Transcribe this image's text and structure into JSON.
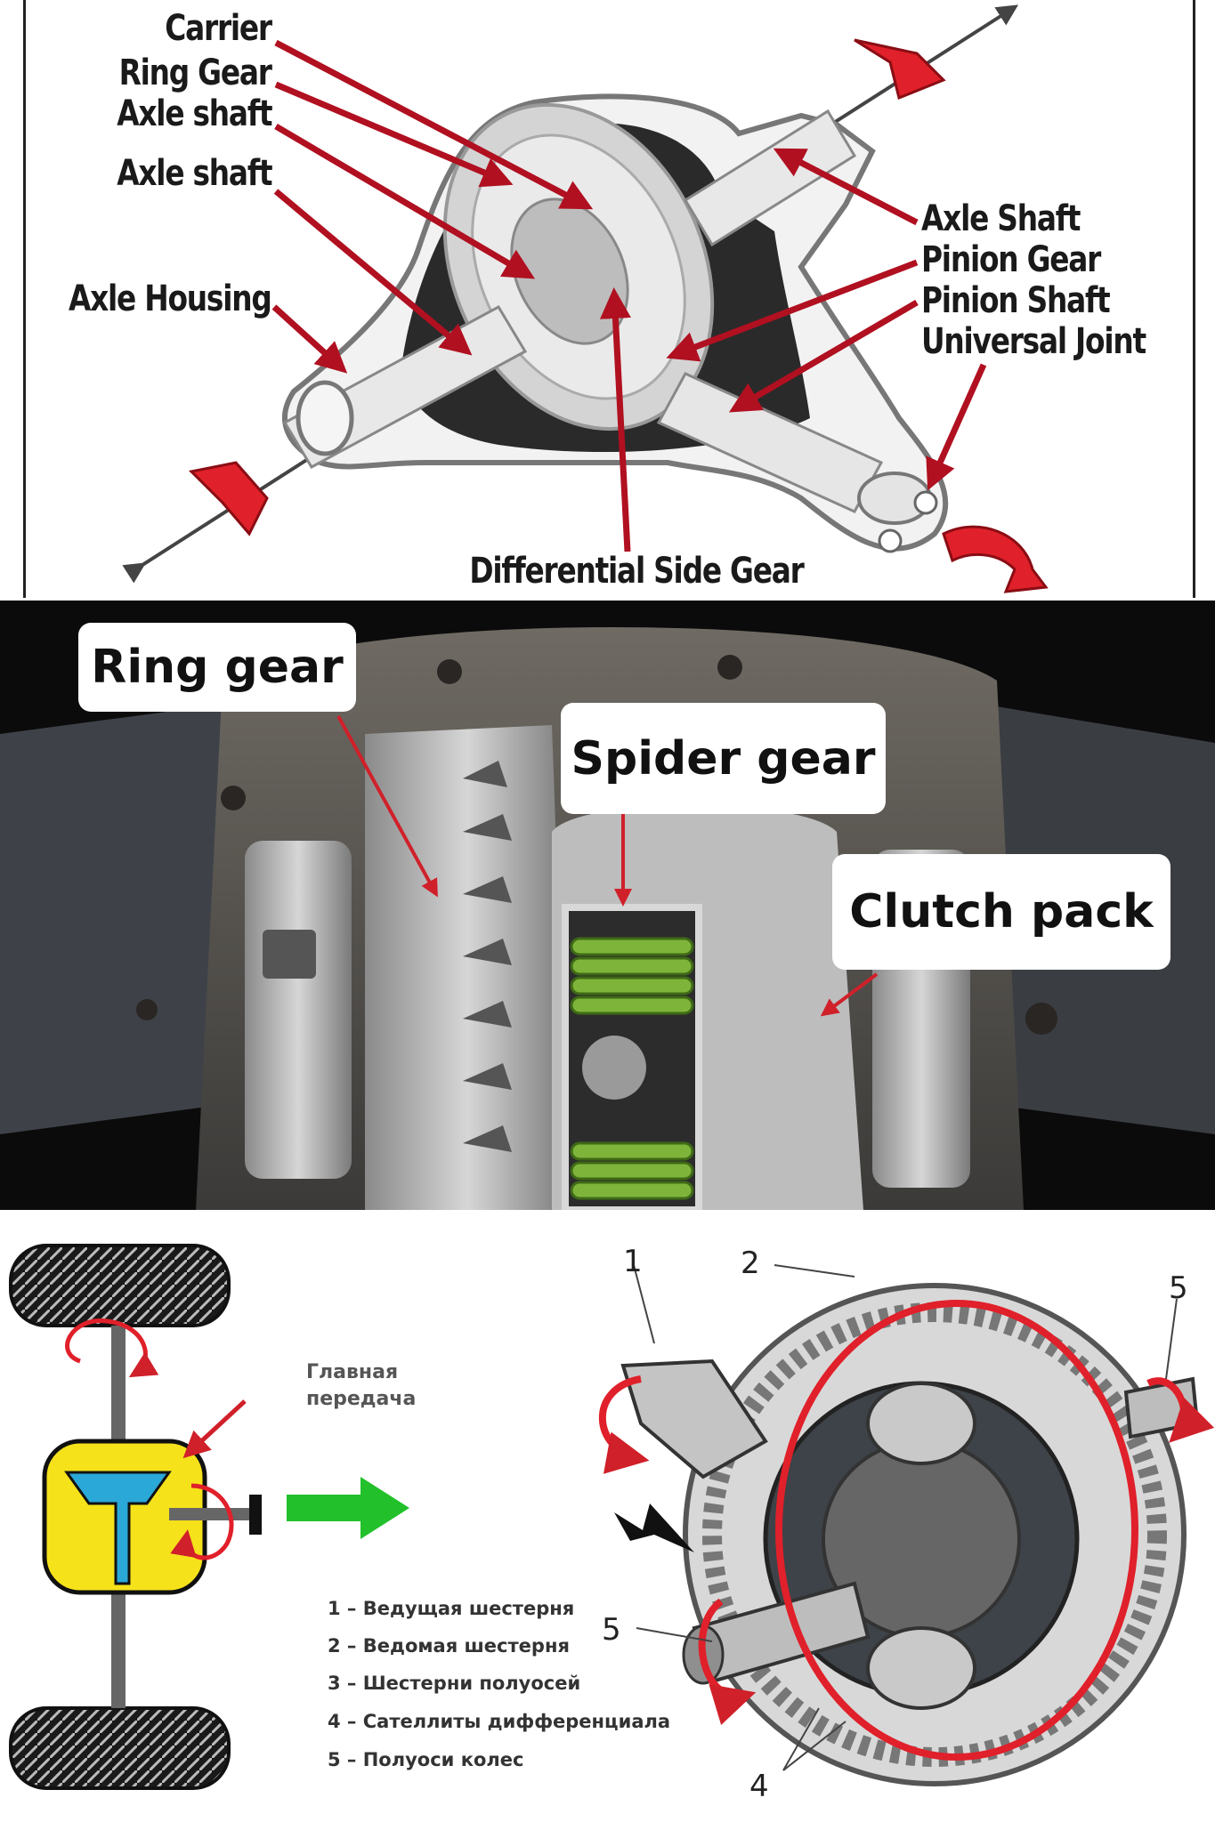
{
  "top_diagram": {
    "left_labels": [
      "Carrier",
      "Ring Gear",
      "Axle shaft",
      "Axle shaft",
      "Axle Housing"
    ],
    "right_labels": [
      "Axle Shaft",
      "Pinion Gear",
      "Pinion Shaft",
      "Universal Joint"
    ],
    "bottom_label": "Differential Side Gear"
  },
  "photo_panel": {
    "callouts": [
      "Ring gear",
      "Spider gear",
      "Clutch pack"
    ]
  },
  "bottom_diagram": {
    "main_gear_label": "Главная\nпередача",
    "legend": [
      "1 – Ведущая шестерня",
      "2 – Ведомая шестерня",
      "3 – Шестерни полуосей",
      "4 – Сателлиты дифференциала",
      "5 – Полуоси колес"
    ],
    "part_numbers": [
      "1",
      "2",
      "5",
      "5",
      "4"
    ]
  },
  "colors": {
    "arrow_red": "#b01020",
    "rotation_red": "#e0202a",
    "direction_green": "#22c02a",
    "housing_yellow": "#f5e21a",
    "gear_blue": "#2aa8d8"
  }
}
